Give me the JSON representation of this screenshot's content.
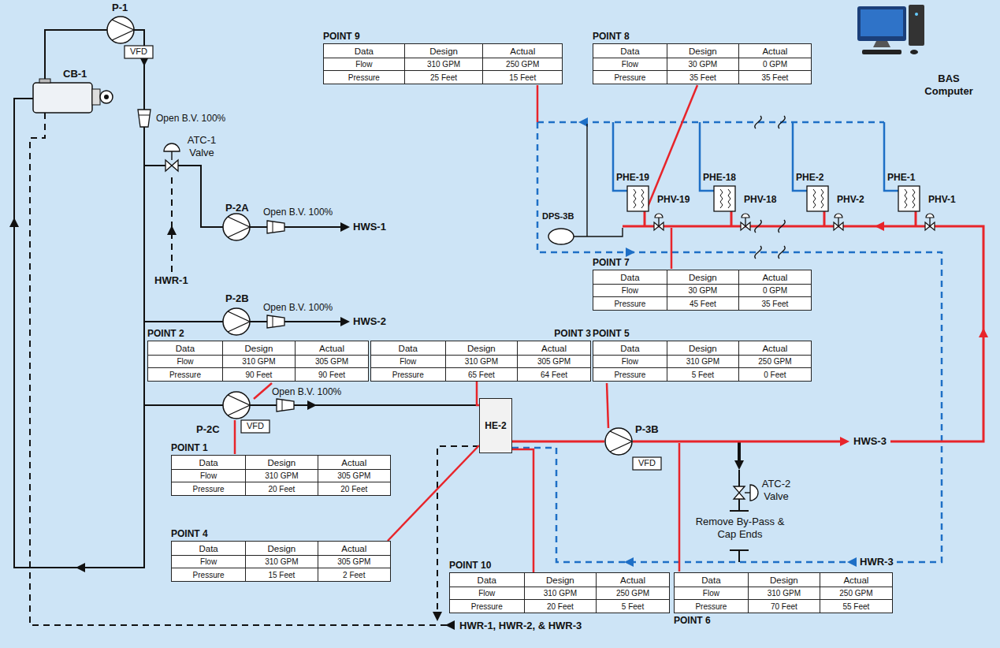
{
  "diagram": {
    "nodes": [
      {
        "text": [
          "POINT 9",
          "Data",
          "Design",
          "Actual",
          "Flow",
          "310 GPM",
          "250 GPM",
          "Pressure",
          "25 Feet",
          "15 Feet"
        ]
      },
      {
        "text": [
          "POINT 8",
          "Data",
          "Design",
          "Actual",
          "Flow",
          "30 GPM",
          "0 GPM",
          "Pressure",
          "35 Feet",
          "35 Feet"
        ]
      },
      {
        "text": [
          "POINT 7",
          "Data",
          "Design",
          "Actual",
          "Flow",
          "30 GPM",
          "0 GPM",
          "Pressure",
          "45 Feet",
          "35 Feet"
        ]
      },
      {
        "text": [
          "POINT 2",
          "Data",
          "Design",
          "Actual",
          "Flow",
          "310 GPM",
          "305 GPM",
          "Pressure",
          "90 Feet",
          "90 Feet"
        ]
      },
      {
        "text": [
          "POINT 3",
          "Data",
          "Design",
          "Actual",
          "Flow",
          "310 GPM",
          "305 GPM",
          "Pressure",
          "65 Feet",
          "64 Feet"
        ]
      },
      {
        "text": [
          "POINT 5",
          "Data",
          "Design",
          "Actual",
          "Flow",
          "310 GPM",
          "250 GPM",
          "Pressure",
          "5 Feet",
          "0 Feet"
        ]
      },
      {
        "text": [
          "POINT 1",
          "Data",
          "Design",
          "Actual",
          "Flow",
          "310 GPM",
          "305 GPM",
          "Pressure",
          "20 Feet",
          "20 Feet"
        ]
      },
      {
        "text": [
          "HE-2"
        ]
      },
      {
        "text": [
          "POINT 4",
          "Data",
          "Design",
          "Actual",
          "Flow",
          "310 GPM",
          "305 GPM",
          "Pressure",
          "15 Feet",
          "2 Feet"
        ]
      },
      {
        "text": [
          "POINT 10",
          "Data",
          "Design",
          "Actual",
          "Flow",
          "310 GPM",
          "250 GPM",
          "Pressure",
          "20 Feet",
          "5 Feet"
        ]
      },
      {
        "text": [
          "POINT 6",
          "Data",
          "Design",
          "Actual",
          "Flow",
          "310 GPM",
          "250 GPM",
          "Pressure",
          "70 Feet",
          "55 Feet"
        ]
      }
    ],
    "edges": [
      {
        "from": 4,
        "to": 7,
        "arrow": "none"
      },
      {
        "from": 8,
        "to": 7,
        "arrow": "none"
      },
      {
        "from": 9,
        "to": 7,
        "arrow": "none"
      }
    ],
    "labels": [
      "CB-1",
      "P-1",
      "VFD",
      "Open B.V. 100%",
      "ATC-1 Valve",
      "P-2A",
      "Open B.V. 100%",
      "HWS-1",
      "HWR-1",
      "P-2B",
      "Open B.V. 100%",
      "HWS-2",
      "P-2C",
      "VFD",
      "Open B.V. 100%",
      "PHE-19",
      "PHE-18",
      "PHE-2",
      "PHE-1",
      "PHV-19",
      "PHV-18",
      "PHV-2",
      "PHV-1",
      "DPS-3B",
      "BAS Computer",
      "P-3B",
      "VFD",
      "HWS-3",
      "ATC-2 Valve",
      "Remove By-Pass & Cap Ends",
      "HWR-3",
      "HWR-1, HWR-2, & HWR-3"
    ]
  }
}
